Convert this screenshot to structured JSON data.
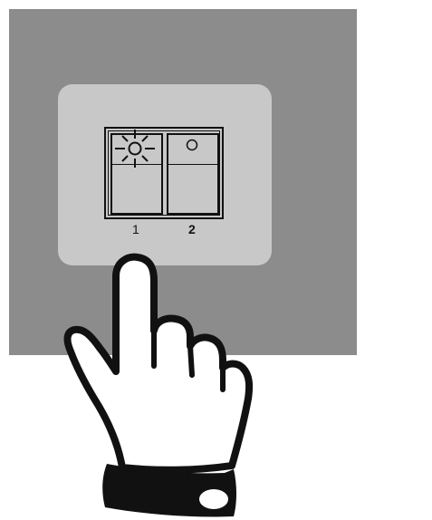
{
  "colors": {
    "wall": "#8c8c8c",
    "plate": "#c8c8c8",
    "ink": "#111111",
    "hand_fill": "#ffffff"
  },
  "switch": {
    "keys": [
      {
        "label": "1",
        "icon": "sun-icon",
        "state": "on"
      },
      {
        "label": "2",
        "icon": "circle-icon",
        "state": "off"
      }
    ]
  }
}
